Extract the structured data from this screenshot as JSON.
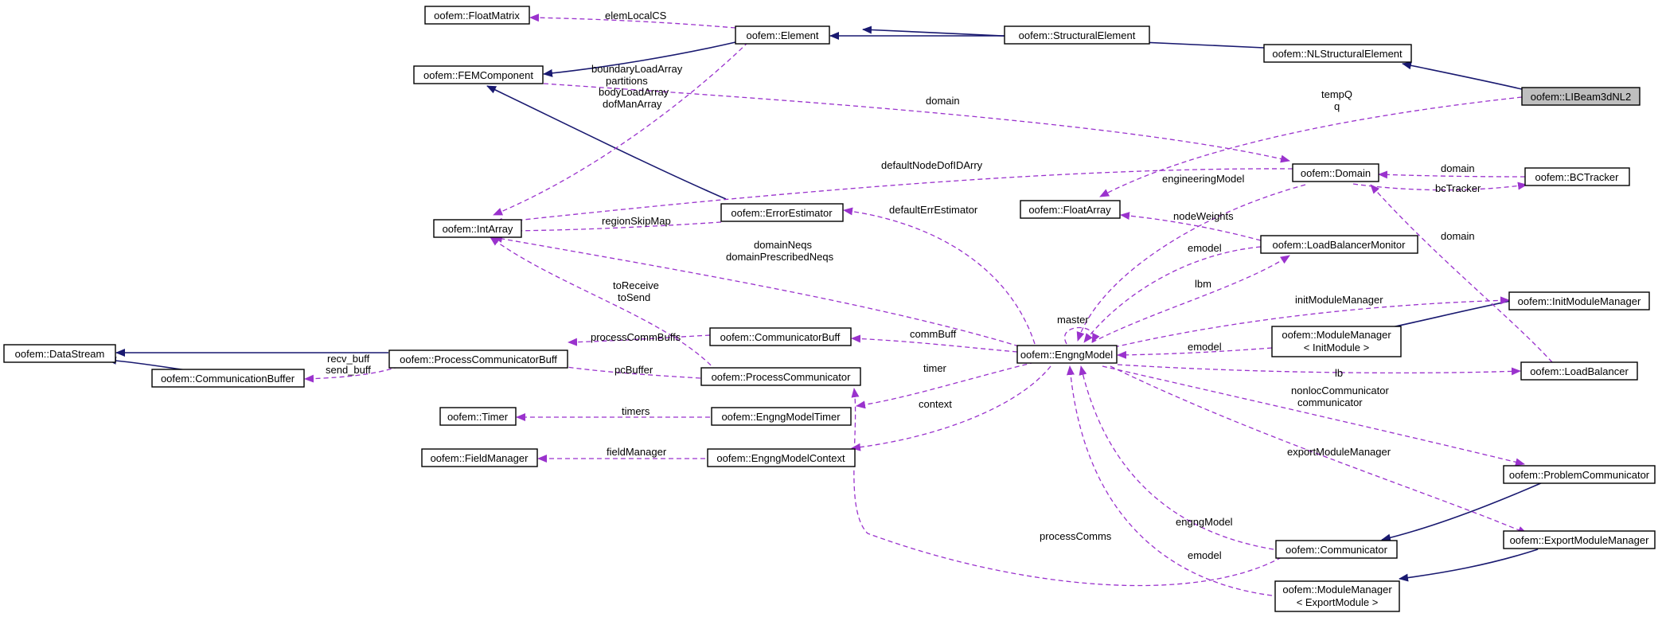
{
  "colors": {
    "inheritance": "#191970",
    "usage": "#9a32cd",
    "focus_fill": "#bfbfbf"
  },
  "nodes": {
    "floatmatrix": "oofem::FloatMatrix",
    "element": "oofem::Element",
    "structuralelement": "oofem::StructuralElement",
    "nlstructuralelement": "oofem::NLStructuralElement",
    "libeam": "oofem::LIBeam3dNL2",
    "femcomponent": "oofem::FEMComponent",
    "domain": "oofem::Domain",
    "bctracker": "oofem::BCTracker",
    "floatarray": "oofem::FloatArray",
    "intarray": "oofem::IntArray",
    "errorestimator": "oofem::ErrorEstimator",
    "lbmonitor": "oofem::LoadBalancerMonitor",
    "initmodulemanager": "oofem::InitModuleManager",
    "modmgr_init_1": "oofem::ModuleManager",
    "modmgr_init_2": "< InitModule >",
    "datastream": "oofem::DataStream",
    "processcommbuff": "oofem::ProcessCommunicatorBuff",
    "commbuff": "oofem::CommunicatorBuff",
    "engngmodel": "oofem::EngngModel",
    "loadbalancer": "oofem::LoadBalancer",
    "communicationbuffer": "oofem::CommunicationBuffer",
    "processcommunicator": "oofem::ProcessCommunicator",
    "timer": "oofem::Timer",
    "engngmodeltimer": "oofem::EngngModelTimer",
    "fieldmanager": "oofem::FieldManager",
    "engngmodelcontext": "oofem::EngngModelContext",
    "problemcommunicator": "oofem::ProblemCommunicator",
    "exportmodulemanager": "oofem::ExportModuleManager",
    "communicator": "oofem::Communicator",
    "modmgr_export_1": "oofem::ModuleManager",
    "modmgr_export_2": "< ExportModule >"
  },
  "edge_labels": {
    "elemLocalCS": "elemLocalCS",
    "boundaryLoadArray": "boundaryLoadArray",
    "partitions": "partitions",
    "bodyLoadArray": "bodyLoadArray",
    "dofManArray": "dofManArray",
    "domain_top": "domain",
    "tempQ": "tempQ",
    "q": "q",
    "defaultNodeDofIDArry": "defaultNodeDofIDArry",
    "domain_bc": "domain",
    "bcTracker": "bcTracker",
    "engineeringModel": "engineeringModel",
    "nodeWeights": "nodeWeights",
    "defaultErrEstimator": "defaultErrEstimator",
    "regionSkipMap": "regionSkipMap",
    "domain_lb": "domain",
    "domainNeqs": "domainNeqs",
    "domainPrescribedNeqs": "domainPrescribedNeqs",
    "emodel_lbm": "emodel",
    "lbm": "lbm",
    "toReceive": "toReceive",
    "toSend": "toSend",
    "master": "master",
    "initModuleManager": "initModuleManager",
    "processCommBuffs": "processCommBuffs",
    "commBuff": "commBuff",
    "emodel_init": "emodel",
    "recv_buff": "recv_buff",
    "send_buff": "send_buff",
    "pcBuffer": "pcBuffer",
    "timer": "timer",
    "lb": "lb",
    "nonlocCommunicator": "nonlocCommunicator",
    "communicator": "communicator",
    "timers": "timers",
    "context": "context",
    "fieldManager": "fieldManager",
    "exportModuleManager": "exportModuleManager",
    "engngModel": "engngModel",
    "processComms": "processComms",
    "emodel_export": "emodel"
  }
}
